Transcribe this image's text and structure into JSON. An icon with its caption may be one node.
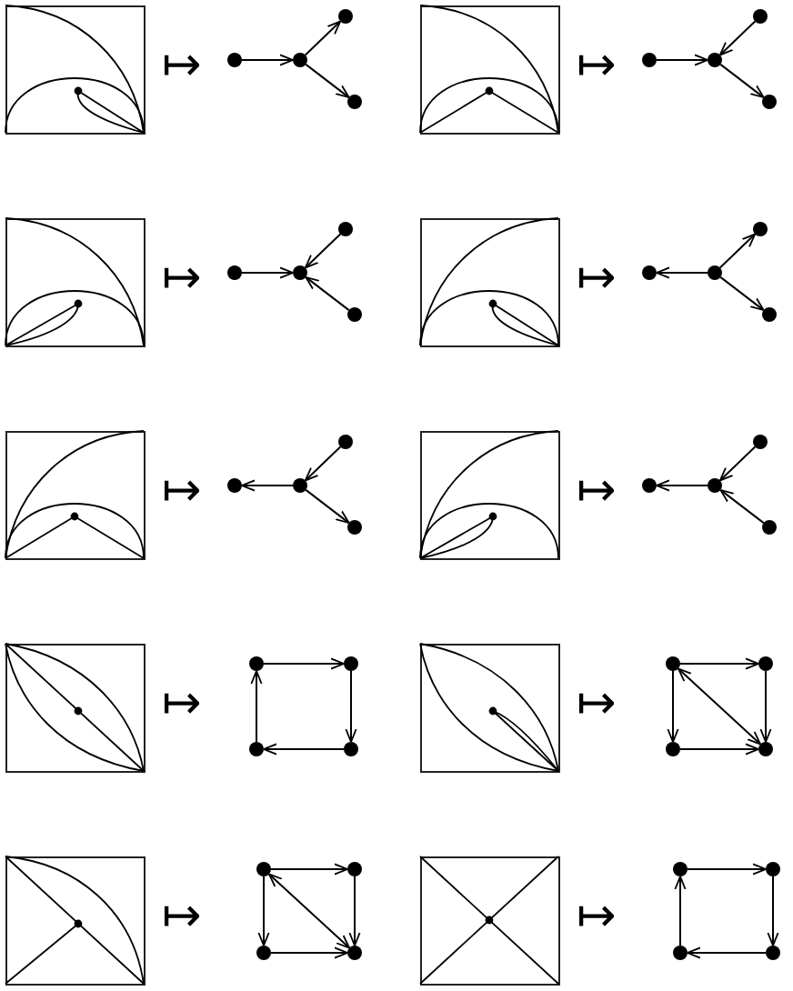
{
  "diagram": {
    "nodes": [
      {
        "text": [],
        "shape": "picture"
      },
      {
        "text": [],
        "shape": "circle"
      },
      {
        "text": [],
        "shape": "circle"
      },
      {
        "text": [],
        "shape": "circle"
      },
      {
        "text": [],
        "shape": "circle"
      },
      {
        "text": [],
        "shape": "picture"
      },
      {
        "text": [],
        "shape": "circle"
      },
      {
        "text": [],
        "shape": "circle"
      },
      {
        "text": [],
        "shape": "circle"
      },
      {
        "text": [],
        "shape": "circle"
      },
      {
        "text": [],
        "shape": "picture"
      },
      {
        "text": [],
        "shape": "circle"
      },
      {
        "text": [],
        "shape": "circle"
      },
      {
        "text": [],
        "shape": "circle"
      },
      {
        "text": [],
        "shape": "circle"
      },
      {
        "text": [],
        "shape": "picture"
      },
      {
        "text": [],
        "shape": "circle"
      },
      {
        "text": [],
        "shape": "circle"
      },
      {
        "text": [],
        "shape": "circle"
      },
      {
        "text": [],
        "shape": "circle"
      },
      {
        "text": [],
        "shape": "picture"
      },
      {
        "text": [],
        "shape": "circle"
      },
      {
        "text": [],
        "shape": "circle"
      },
      {
        "text": [],
        "shape": "circle"
      },
      {
        "text": [],
        "shape": "circle"
      },
      {
        "text": [],
        "shape": "picture"
      },
      {
        "text": [],
        "shape": "circle"
      },
      {
        "text": [],
        "shape": "circle"
      },
      {
        "text": [],
        "shape": "circle"
      },
      {
        "text": [],
        "shape": "circle"
      },
      {
        "text": [],
        "shape": "picture"
      },
      {
        "text": [],
        "shape": "circle"
      },
      {
        "text": [],
        "shape": "circle"
      },
      {
        "text": [],
        "shape": "circle"
      },
      {
        "text": [],
        "shape": "circle"
      },
      {
        "text": [],
        "shape": "picture"
      },
      {
        "text": [],
        "shape": "circle"
      },
      {
        "text": [],
        "shape": "circle"
      },
      {
        "text": [],
        "shape": "circle"
      },
      {
        "text": [],
        "shape": "circle"
      },
      {
        "text": [],
        "shape": "picture"
      },
      {
        "text": [],
        "shape": "circle"
      },
      {
        "text": [],
        "shape": "circle"
      },
      {
        "text": [],
        "shape": "circle"
      },
      {
        "text": [],
        "shape": "circle"
      },
      {
        "text": [],
        "shape": "picture"
      },
      {
        "text": [],
        "shape": "circle"
      },
      {
        "text": [],
        "shape": "circle"
      },
      {
        "text": [],
        "shape": "circle"
      },
      {
        "text": [],
        "shape": "circle"
      }
    ],
    "edges": [
      {
        "from": 1,
        "to": 2,
        "arrow": "to"
      },
      {
        "from": 2,
        "to": 3,
        "arrow": "to"
      },
      {
        "from": 2,
        "to": 4,
        "arrow": "to"
      },
      {
        "from": 6,
        "to": 7,
        "arrow": "to"
      },
      {
        "from": 8,
        "to": 7,
        "arrow": "to"
      },
      {
        "from": 7,
        "to": 9,
        "arrow": "to"
      },
      {
        "from": 11,
        "to": 12,
        "arrow": "to"
      },
      {
        "from": 13,
        "to": 12,
        "arrow": "to"
      },
      {
        "from": 14,
        "to": 12,
        "arrow": "to"
      },
      {
        "from": 17,
        "to": 16,
        "arrow": "to"
      },
      {
        "from": 17,
        "to": 18,
        "arrow": "to"
      },
      {
        "from": 17,
        "to": 19,
        "arrow": "to"
      },
      {
        "from": 22,
        "to": 21,
        "arrow": "to"
      },
      {
        "from": 23,
        "to": 22,
        "arrow": "to"
      },
      {
        "from": 22,
        "to": 24,
        "arrow": "to"
      },
      {
        "from": 27,
        "to": 26,
        "arrow": "to"
      },
      {
        "from": 28,
        "to": 27,
        "arrow": "to"
      },
      {
        "from": 29,
        "to": 27,
        "arrow": "to"
      },
      {
        "from": 31,
        "to": 32,
        "arrow": "to"
      },
      {
        "from": 32,
        "to": 34,
        "arrow": "to"
      },
      {
        "from": 34,
        "to": 33,
        "arrow": "to"
      },
      {
        "from": 33,
        "to": 31,
        "arrow": "to"
      },
      {
        "from": 36,
        "to": 37,
        "arrow": "to"
      },
      {
        "from": 37,
        "to": 39,
        "arrow": "to"
      },
      {
        "from": 36,
        "to": 38,
        "arrow": "to"
      },
      {
        "from": 38,
        "to": 39,
        "arrow": "to"
      },
      {
        "from": 36,
        "to": 39,
        "arrow": "both"
      },
      {
        "from": 41,
        "to": 42,
        "arrow": "to"
      },
      {
        "from": 42,
        "to": 44,
        "arrow": "to"
      },
      {
        "from": 41,
        "to": 43,
        "arrow": "to"
      },
      {
        "from": 43,
        "to": 44,
        "arrow": "to"
      },
      {
        "from": 41,
        "to": 44,
        "arrow": "both"
      },
      {
        "from": 48,
        "to": 46,
        "arrow": "to"
      },
      {
        "from": 46,
        "to": 47,
        "arrow": "to"
      },
      {
        "from": 47,
        "to": 49,
        "arrow": "to"
      },
      {
        "from": 49,
        "to": 48,
        "arrow": "to"
      }
    ],
    "labels": [
      "↦",
      "↦",
      "↦",
      "↦",
      "↦",
      "↦",
      "↦",
      "↦",
      "↦",
      "↦"
    ]
  }
}
